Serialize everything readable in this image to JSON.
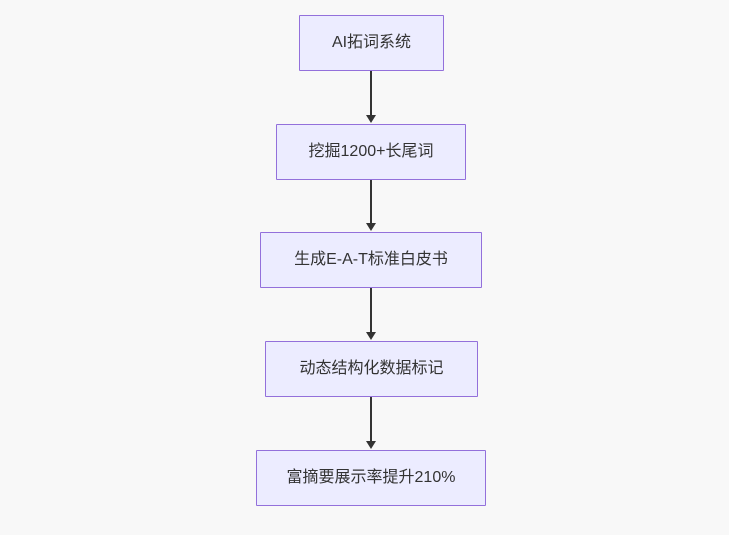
{
  "diagram": {
    "type": "flowchart",
    "direction": "top-down",
    "nodes": [
      {
        "label": "AI拓词系统"
      },
      {
        "label": "挖掘1200+长尾词"
      },
      {
        "label": "生成E-A-T标准白皮书"
      },
      {
        "label": "动态结构化数据标记"
      },
      {
        "label": "富摘要展示率提升210%"
      }
    ],
    "edges": [
      {
        "from": "AI拓词系统",
        "to": "挖掘1200+长尾词"
      },
      {
        "from": "挖掘1200+长尾词",
        "to": "生成E-A-T标准白皮书"
      },
      {
        "from": "生成E-A-T标准白皮书",
        "to": "动态结构化数据标记"
      },
      {
        "from": "动态结构化数据标记",
        "to": "富摘要展示率提升210%"
      }
    ],
    "colors": {
      "node_fill": "#ECECFF",
      "node_border": "#9370DB",
      "node_text": "#333333",
      "arrow": "#333333",
      "background": "#f8f8f8"
    }
  }
}
